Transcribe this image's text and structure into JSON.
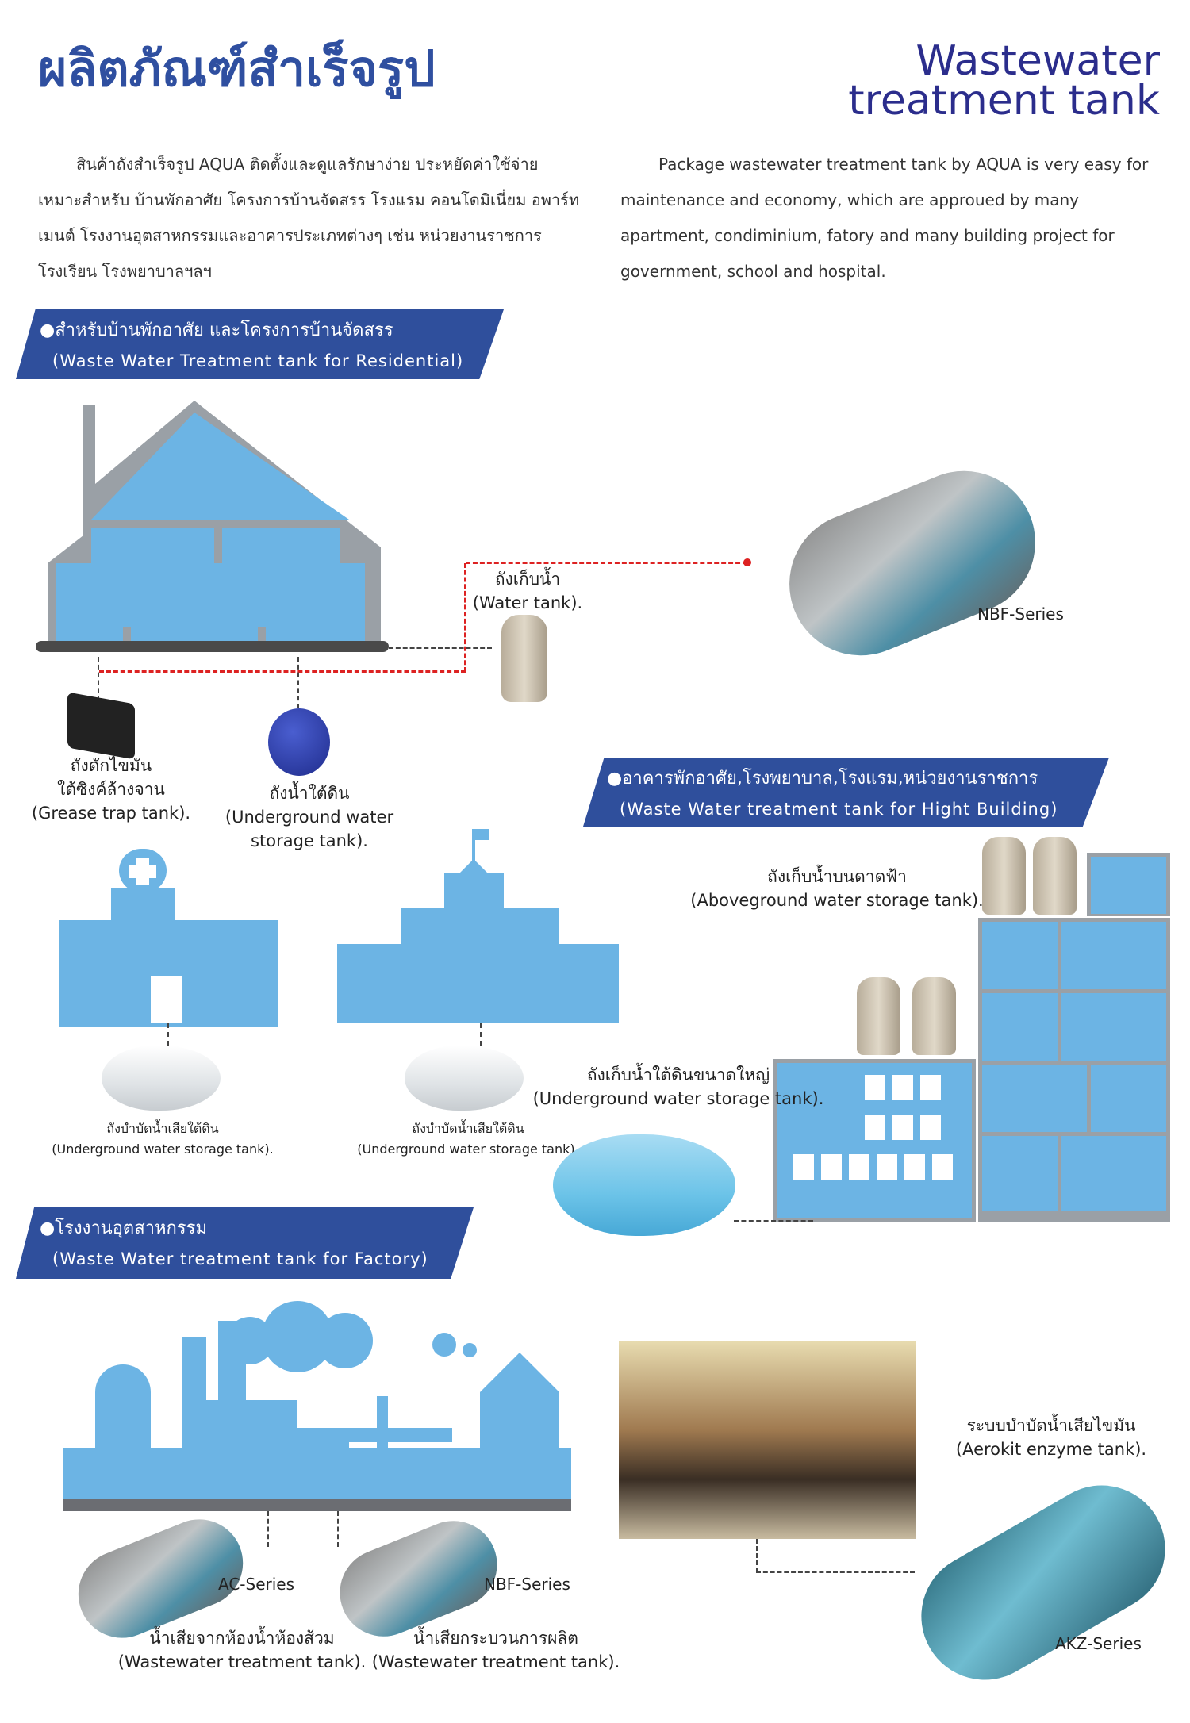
{
  "header": {
    "title_th": "ผลิตภัณฑ์สำเร็จรูป",
    "title_en_line1": "Wastewater",
    "title_en_line2": "treatment tank"
  },
  "intro": {
    "th": "สินค้าถังสำเร็จรูป AQUA ติดตั้งและดูแลรักษาง่าย ประหยัดค่าใช้จ่าย เหมาะสำหรับ บ้านพักอาศัย โครงการบ้านจัดสรร โรงแรม คอนโดมิเนี่ยม อพาร์ทเมนต์ โรงงานอุตสาหกรรมและอาคารประเภทต่างๆ เช่น หน่วยงานราชการ โรงเรียน โรงพยาบาลฯลฯ",
    "en": "Package wastewater treatment tank by AQUA is very easy for maintenance and economy, which are approued by many apartment, condiminium, fatory and many building project for government, school and hospital."
  },
  "residential": {
    "banner_th": "●สำหรับบ้านพักอาศัย และโครงการบ้านจัดสรร",
    "banner_en": "(Waste Water Treatment tank for Residential)",
    "water_tank_th": "ถังเก็บน้ำ",
    "water_tank_en": "(Water tank).",
    "nbf_label": "NBF-Series",
    "grease_th1": "ถังดักไขมัน",
    "grease_th2": "ใต้ซิงค์ล้างจาน",
    "grease_en": "(Grease trap tank).",
    "underground_th": "ถังน้ำใต้ดิน",
    "underground_en1": "(Underground water",
    "underground_en2": "storage tank)."
  },
  "highbuilding": {
    "banner_th": "●อาคารพักอาศัย,โรงพยาบาล,โรงแรม,หน่วยงานราชการ",
    "banner_en": "(Waste Water treatment tank for Hight Building)",
    "above_th": "ถังเก็บน้ำบนดาดฟ้า",
    "above_en": "(Aboveground water storage tank).",
    "tank1_th": "ถังบำบัดน้ำเสียใต้ดิน",
    "tank1_en": "(Underground water storage tank).",
    "tank2_th": "ถังบำบัดน้ำเสียใต้ดิน",
    "tank2_en": "(Underground water storage tank).",
    "big_th": "ถังเก็บน้ำใต้ดินขนาดใหญ่",
    "big_en": "(Underground water storage tank)."
  },
  "factory": {
    "banner_th": "●โรงงานอุตสาหกรรม",
    "banner_en": "(Waste Water treatment tank for Factory)",
    "ac_label": "AC-Series",
    "nbf_label": "NBF-Series",
    "toilet_th": "น้ำเสียจากห้องน้ำห้องส้วม",
    "toilet_en": "(Wastewater treatment tank).",
    "process_th": "น้ำเสียกระบวนการผลิต",
    "process_en": "(Wastewater treatment tank).",
    "aerokit_th": "ระบบบำบัดน้ำเสียไขมัน",
    "aerokit_en": "(Aerokit enzyme tank).",
    "akz_label": "AKZ-Series"
  },
  "colors": {
    "brand": "#2f4f9c",
    "illustration": "#6cb4e4",
    "ground": "#4a4a4a"
  }
}
